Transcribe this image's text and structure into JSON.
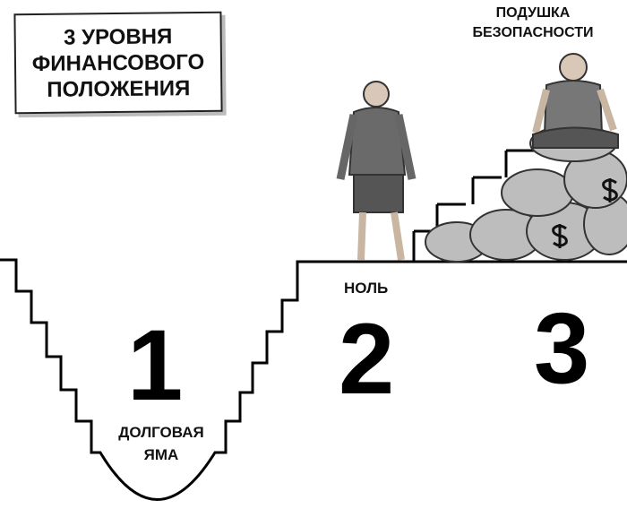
{
  "title": [
    "3 УРОВНЯ",
    "ФИНАНСОВОГО",
    "ПОЛОЖЕНИЯ"
  ],
  "levels": [
    {
      "number": "1",
      "label": [
        "ДОЛГОВАЯ",
        "ЯМА"
      ]
    },
    {
      "number": "2",
      "label": [
        "НОЛЬ"
      ]
    },
    {
      "number": "3",
      "label": [
        "ПОДУШКА",
        "БЕЗОПАСНОСТИ"
      ]
    }
  ]
}
